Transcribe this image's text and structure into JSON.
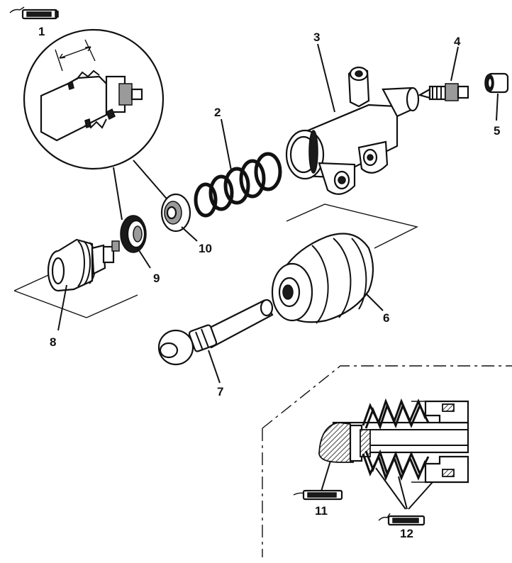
{
  "diagram": {
    "part_labels": [
      "1",
      "2",
      "3",
      "4",
      "5",
      "6",
      "7",
      "8",
      "9",
      "10",
      "11",
      "12"
    ],
    "grease_icon_name": "grease-tube-icon"
  }
}
